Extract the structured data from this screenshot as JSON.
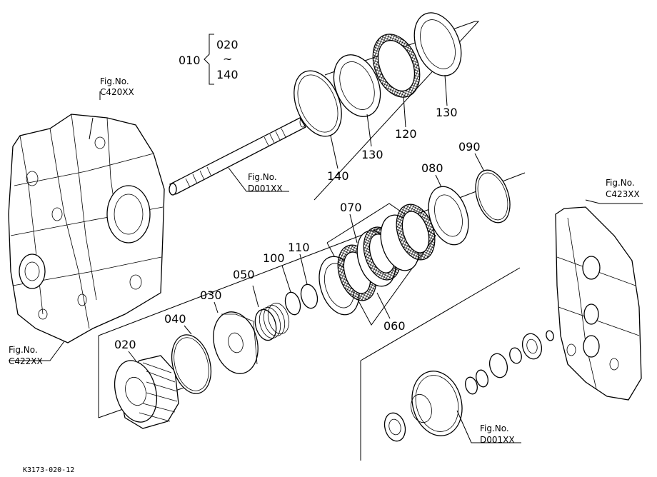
{
  "range_callout": {
    "code": "010",
    "from": "020",
    "tilde": "~",
    "to": "140"
  },
  "part_numbers": {
    "p020": "020",
    "p030": "030",
    "p040": "040",
    "p050": "050",
    "p060": "060",
    "p070": "070",
    "p080": "080",
    "p090": "090",
    "p100": "100",
    "p110": "110",
    "p120": "120",
    "p130a": "130",
    "p130b": "130",
    "p140": "140"
  },
  "fig_refs": {
    "c420": {
      "label": "Fig.No.",
      "code": "C420XX"
    },
    "c422": {
      "label": "Fig.No.",
      "code": "C422XX"
    },
    "c423": {
      "label": "Fig.No.",
      "code": "C423XX"
    },
    "d001_shaft": {
      "label": "Fig.No.",
      "code": "D001XX"
    },
    "d001_gear": {
      "label": "Fig.No.",
      "code": "D001XX"
    }
  },
  "caption": "K3173-020-12"
}
